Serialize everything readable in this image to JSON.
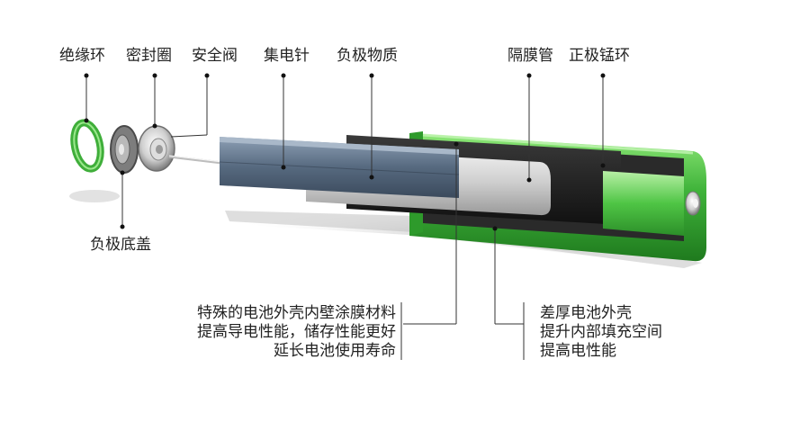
{
  "labels": {
    "insulation_ring": "绝缘环",
    "seal_ring": "密封圈",
    "safety_valve": "安全阀",
    "collector_pin": "集电针",
    "anode_material": "负极物质",
    "separator_tube": "隔膜管",
    "cathode_ring": "正极锰环",
    "anode_cap": "负极底盖"
  },
  "notes": {
    "coating": [
      "特殊的电池外壳内壁涂膜材料",
      "提高导电性能，储存性能更好",
      "延长电池使用寿命"
    ],
    "shell": [
      "差厚电池外壳",
      "提升内部填充空间",
      "提高电性能"
    ]
  },
  "colors": {
    "shell_green": "#3fb33a",
    "shell_light": "#7be069",
    "cathode_black": "#1d1d1d",
    "anode_blue": "#56697f",
    "ring_green": "#4caf50",
    "leader": "#333333"
  }
}
